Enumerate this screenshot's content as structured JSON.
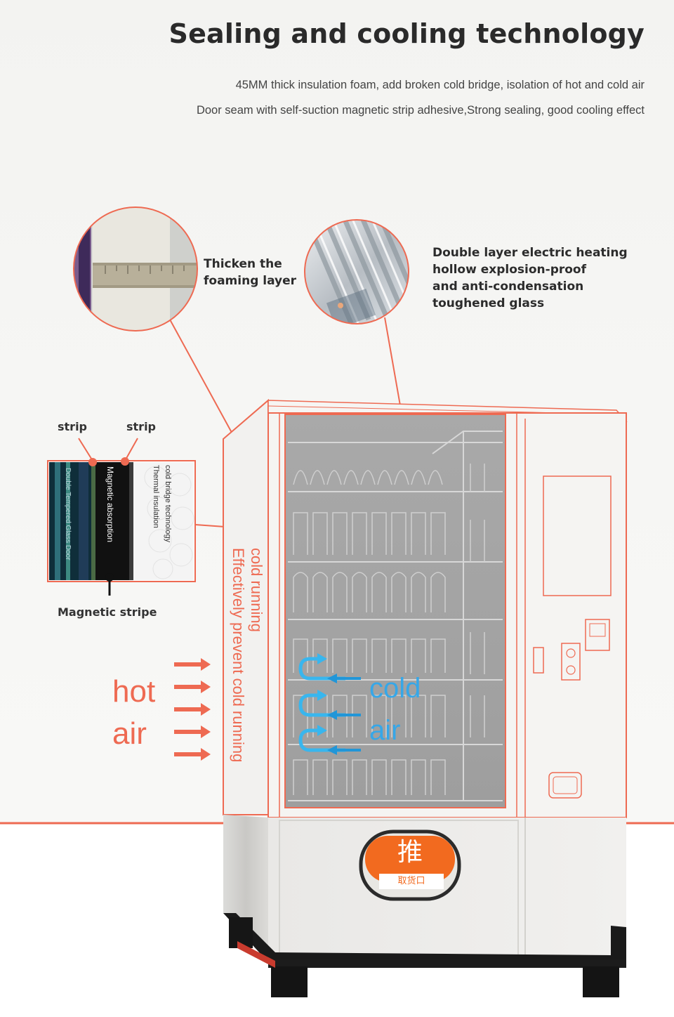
{
  "header": {
    "title": "Sealing and cooling technology",
    "line1": "45MM thick insulation foam, add broken cold bridge, isolation of hot and cold air",
    "line2": "Door seam with self-suction magnetic strip adhesive,Strong sealing, good cooling effect"
  },
  "callouts": {
    "foam_line1": "Thicken the",
    "foam_line2": "foaming layer",
    "glass_line1": "Double layer electric heating",
    "glass_line2": "hollow explosion-proof",
    "glass_line3": "and anti-condensation",
    "glass_line4": "toughened glass"
  },
  "cross_section": {
    "strip_left": "strip",
    "strip_right": "strip",
    "layer_glass": "Double Tempered Glass Door",
    "layer_magnetic": "Magnetic absorption",
    "layer_thermal": "Thermal insulation",
    "layer_cold_bridge": "cold bridge technology",
    "bottom_label": "Magnetic stripe"
  },
  "airflow": {
    "hot": "hot",
    "air_hot": "air",
    "cold": "cold",
    "air_cold": "air",
    "vertical_1": "cold running",
    "vertical_2": "Effectively prevent cold running"
  },
  "machine": {
    "pickup_char": "推",
    "pickup_sub": "取货口"
  },
  "colors": {
    "accent": "#ee6a52",
    "cold": "#36a7e8",
    "text": "#2a2a2a"
  }
}
